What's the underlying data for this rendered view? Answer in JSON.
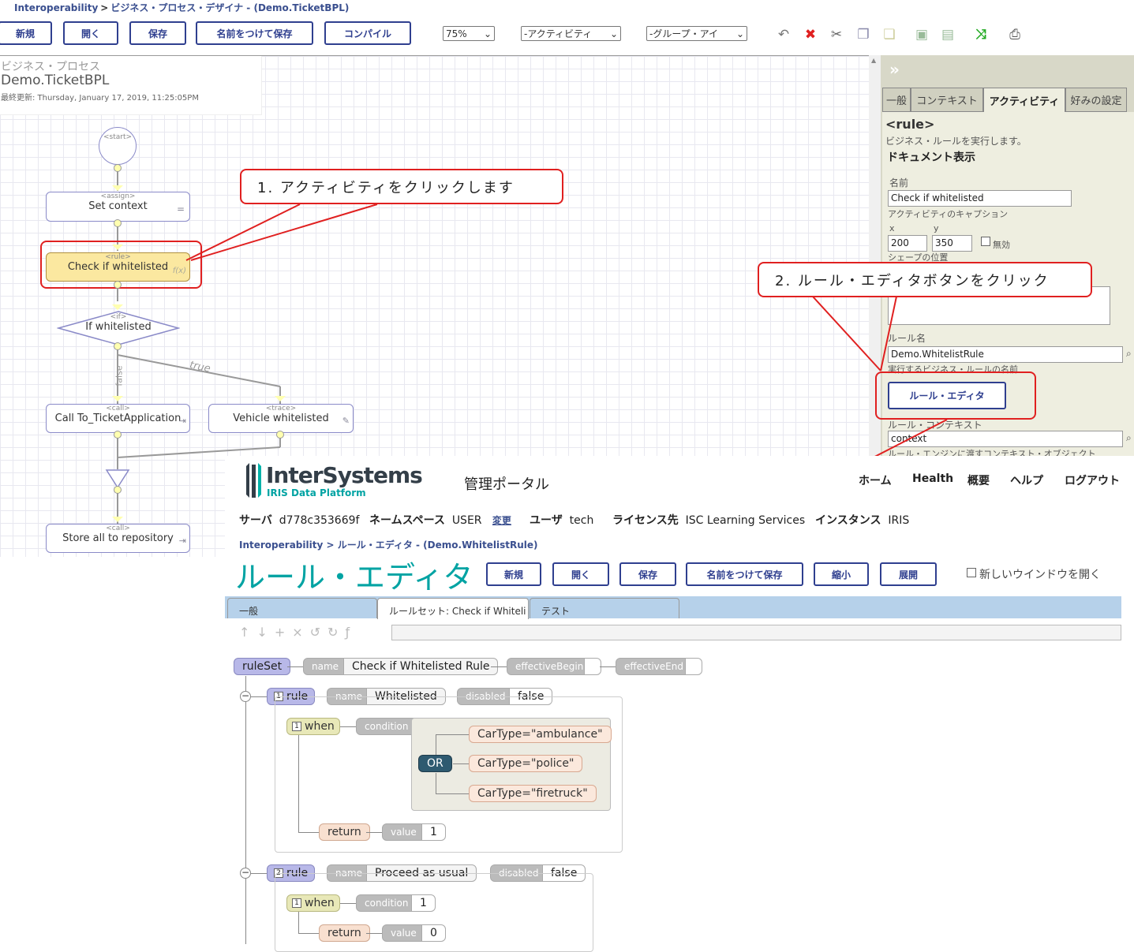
{
  "top": {
    "breadcrumb": [
      "Interoperability",
      "ビジネス・プロセス・デザイナ",
      "- (Demo.TicketBPL)"
    ],
    "crumb_sep": ">",
    "buttons": [
      "新規",
      "開く",
      "保存",
      "名前をつけて保存",
      "コンパイル"
    ],
    "zoom": "75%",
    "activity_select": "-アクティビティ",
    "group_select": "-グループ・アイ"
  },
  "process": {
    "type_label": "ビジネス・プロセス",
    "name": "Demo.TicketBPL",
    "last_modified": "最終更新: Thursday, January 17, 2019, 11:25:05PM"
  },
  "diagram": {
    "start": "<start>",
    "assign": {
      "kind": "<assign>",
      "label": "Set context",
      "glyph": "="
    },
    "rule": {
      "kind": "<rule>",
      "label": "Check if whitelisted",
      "glyph": "f(x)"
    },
    "if": {
      "kind": "<if>",
      "label": "If whitelisted",
      "false_label": "false",
      "true_label": "true"
    },
    "call1": {
      "kind": "<call>",
      "label": "Call To_TicketApplication"
    },
    "trace": {
      "kind": "<trace>",
      "label": "Vehicle whitelisted"
    },
    "call2": {
      "kind": "<call>",
      "label": "Store all to repository"
    }
  },
  "callouts": {
    "step1": "1. アクティビティをクリックします",
    "step2": "2. ルール・エディタボタンをクリック"
  },
  "panel": {
    "collapse": "»",
    "tabs": [
      "一般",
      "コンテキスト",
      "アクティビティ",
      "好みの設定"
    ],
    "active_tab": "アクティビティ",
    "element": "<rule>",
    "element_desc": "ビジネス・ルールを実行します。",
    "doc_link": "ドキュメント表示",
    "name_label": "名前",
    "name_value": "Check if whitelisted",
    "name_hint": "アクティビティのキャプション",
    "x_label": "x",
    "y_label": "y",
    "x_value": "200",
    "y_value": "350",
    "disabled_label": "無効",
    "pos_hint": "シェープの位置",
    "rule_name_label": "ルール名",
    "rule_name_value": "Demo.WhitelistRule",
    "rule_name_hint": "実行するビジネス・ルールの名前",
    "rule_editor_button": "ルール・エディタ",
    "rule_context_label": "ルール・コンテキスト",
    "rule_context_value": "context",
    "rule_context_hint": "ルール・エンジンに渡すコンテキスト・オブジェクト"
  },
  "portal": {
    "brand": "InterSystems",
    "brand_sub": "IRIS Data Platform",
    "title": "管理ポータル",
    "nav": [
      "ホーム",
      "Health",
      "概要",
      "ヘルプ",
      "ログアウト"
    ],
    "server_label": "サーバ",
    "server": "d778c353669f",
    "ns_label": "ネームスペース",
    "ns": "USER",
    "ns_change": "変更",
    "user_label": "ユーザ",
    "user": "tech",
    "license_label": "ライセンス先",
    "license": "ISC Learning Services",
    "instance_label": "インスタンス",
    "instance": "IRIS",
    "breadcrumb": "Interoperability > ルール・エディタ - (Demo.WhitelistRule)",
    "page_title": "ルール・エディタ",
    "buttons": [
      "新規",
      "開く",
      "保存",
      "名前をつけて保存",
      "縮小",
      "展開"
    ],
    "new_window": "新しいウインドウを開く",
    "tabs": [
      "一般",
      "ルールセット: Check if Whiteli",
      "テスト"
    ]
  },
  "ruleset": {
    "tag": "ruleSet",
    "name_attr": "name",
    "name": "Check if Whitelisted Rule",
    "eb": "effectiveBegin",
    "ee": "effectiveEnd",
    "rules": [
      {
        "num": "1",
        "tag": "rule",
        "name": "Whitelisted",
        "disabled": "false",
        "when_num": "1",
        "when": "when",
        "condition_attr": "condition",
        "op": "OR",
        "conds": [
          "CarType=\"ambulance\"",
          "CarType=\"police\"",
          "CarType=\"firetruck\""
        ],
        "return": "return",
        "value_attr": "value",
        "value": "1"
      },
      {
        "num": "2",
        "tag": "rule",
        "name": "Proceed as usual",
        "disabled": "false",
        "when_num": "1",
        "when": "when",
        "condition_attr": "condition",
        "condition": "1",
        "return": "return",
        "value_attr": "value",
        "value": "0"
      }
    ],
    "disabled_attr": "disabled"
  }
}
